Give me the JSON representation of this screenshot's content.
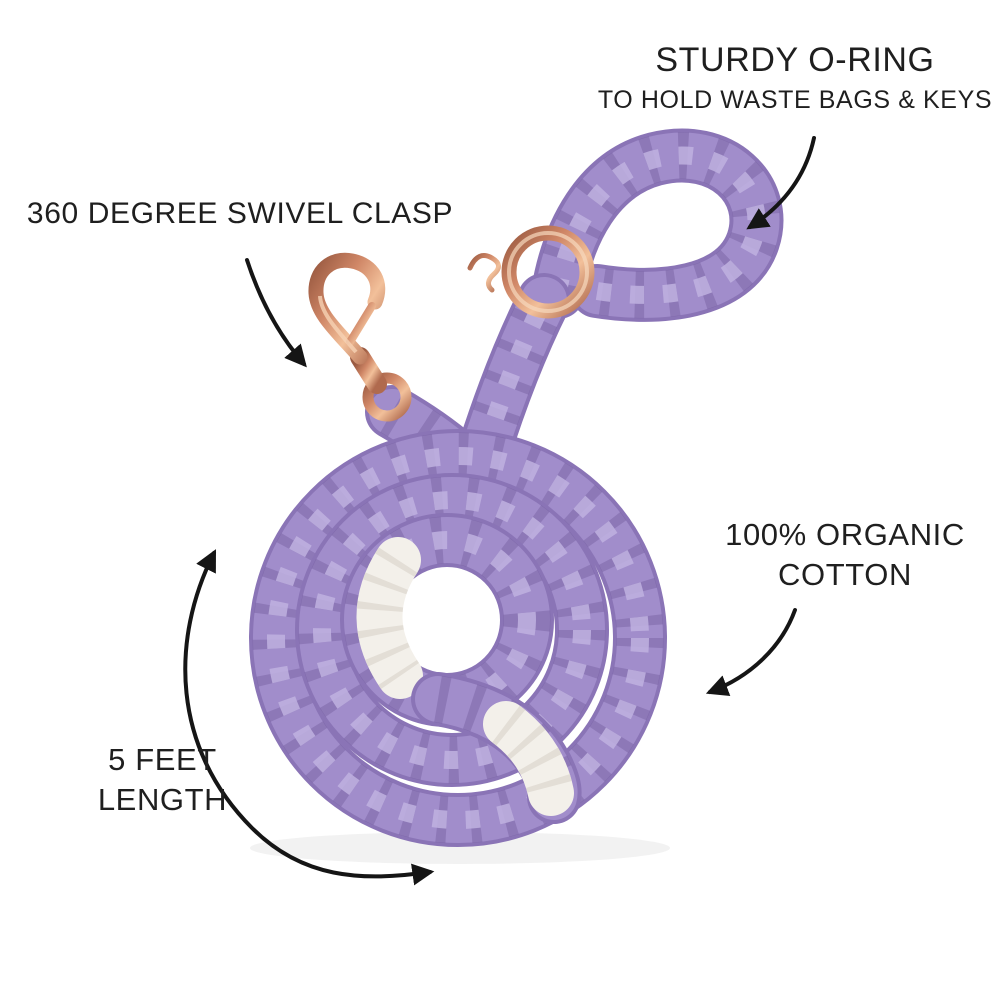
{
  "figure": {
    "description": "Purple ombre cotton rope dog leash coiled in a spiral with a rose-gold swivel clasp and O-ring",
    "rope_color": "#9c87c9",
    "rope_shadow_color": "#75609f",
    "hardware_color": "#cf8666",
    "wrap_color": "#f3f0ea",
    "background": "#ffffff"
  },
  "annotations": {
    "o_ring": {
      "title": "STURDY O-RING",
      "subtitle": "TO HOLD WASTE BAGS & KEYS"
    },
    "swivel_clasp": {
      "label": "360 DEGREE SWIVEL CLASP"
    },
    "organic_cotton": {
      "line1": "100% ORGANIC",
      "line2": "COTTON"
    },
    "length": {
      "line1": "5 FEET",
      "line2": "LENGTH"
    }
  },
  "style": {
    "text_color": "#1f1f1f",
    "arrow_color": "#151515"
  }
}
